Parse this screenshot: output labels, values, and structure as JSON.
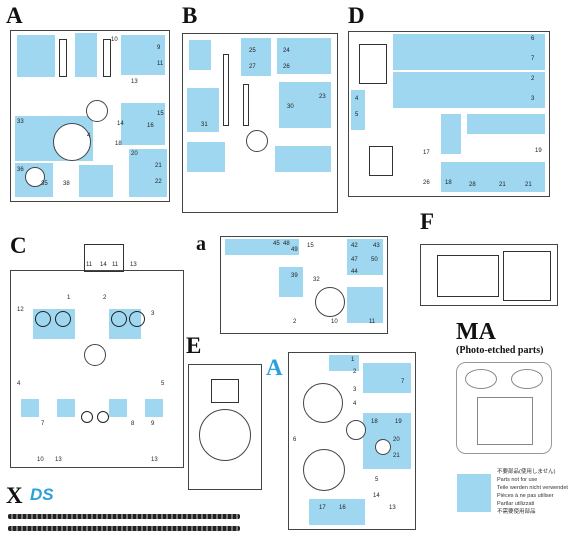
{
  "sprues": {
    "a_label": "A",
    "b_label": "B",
    "d_label": "D",
    "c_label": "C",
    "small_a_label": "a",
    "f_label": "F",
    "e_label": "E",
    "blue_a_label": "A",
    "ma_label": "MA",
    "ma_subtitle": "(Photo-etched parts)",
    "x_label": "X",
    "ds_logo": "DS"
  },
  "legend": {
    "line1": "不要部品(使用しません)",
    "line2": "Parts not for use",
    "line3": "Teile werden nicht verwendet",
    "line4": "Pièces à ne pas utiliser",
    "line5": "Partlar utilizzati",
    "line6": "不需要使用部品"
  },
  "part_numbers": {
    "a": [
      "10",
      "11",
      "13",
      "9",
      "14",
      "16",
      "15",
      "33",
      "4",
      "36",
      "18",
      "20",
      "21",
      "22",
      "35",
      "38"
    ],
    "b": [
      "25",
      "24",
      "27",
      "26",
      "30",
      "31",
      "23"
    ],
    "d": [
      "6",
      "7",
      "2",
      "3",
      "4",
      "5",
      "17",
      "26",
      "18",
      "28",
      "21",
      "21",
      "19"
    ],
    "c": [
      "11",
      "14",
      "11",
      "13",
      "12",
      "3",
      "1",
      "2",
      "4",
      "5",
      "7",
      "8",
      "9",
      "10",
      "13",
      "13"
    ],
    "small_a": [
      "15",
      "45",
      "48",
      "49",
      "42",
      "43",
      "47",
      "50",
      "44",
      "39",
      "32",
      "2",
      "10",
      "11"
    ],
    "blue_a": [
      "1",
      "2",
      "7",
      "18",
      "19",
      "20",
      "21",
      "3",
      "4",
      "5",
      "6",
      "14",
      "13",
      "17",
      "16"
    ]
  },
  "colors": {
    "unused_fill": "#9fd6f0",
    "accent_blue": "#2aa0dc",
    "frame": "#444444"
  }
}
